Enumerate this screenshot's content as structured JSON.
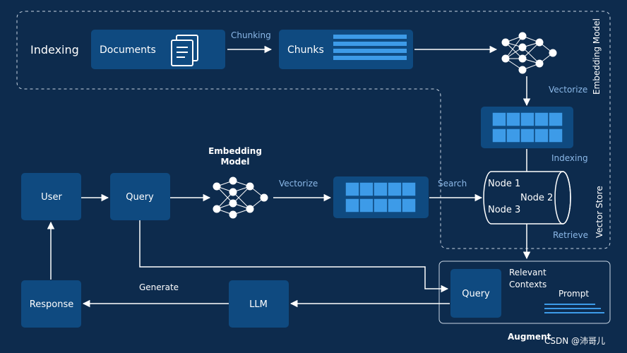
{
  "indexing": {
    "title": "Indexing",
    "documents_label": "Documents",
    "chunking_label": "Chunking",
    "chunks_label": "Chunks",
    "embedding_model_side": "Embedding Model",
    "vectorize_label": "Vectorize",
    "indexing_label": "Indexing"
  },
  "query_flow": {
    "user_label": "User",
    "query_label": "Query",
    "embedding_model_label_line1": "Embedding",
    "embedding_model_label_line2": "Model",
    "vectorize_label": "Vectorize",
    "search_label": "Search"
  },
  "vector_store": {
    "side_label": "Vector Store",
    "node1": "Node 1",
    "node2": "Node 2",
    "node3": "Node 3",
    "retrieve_label": "Retrieve"
  },
  "augment": {
    "query_label": "Query",
    "relevant_line1": "Relevant",
    "relevant_line2": "Contexts",
    "prompt_label": "Prompt",
    "augment_label": "Augment"
  },
  "generation": {
    "llm_label": "LLM",
    "generate_label": "Generate",
    "response_label": "Response"
  },
  "watermark": "CSDN @沛哥儿",
  "colors": {
    "background": "#0d2b4d",
    "box": "#0f4a80",
    "accent": "#2f8fe0",
    "label": "#8bb8e8"
  }
}
